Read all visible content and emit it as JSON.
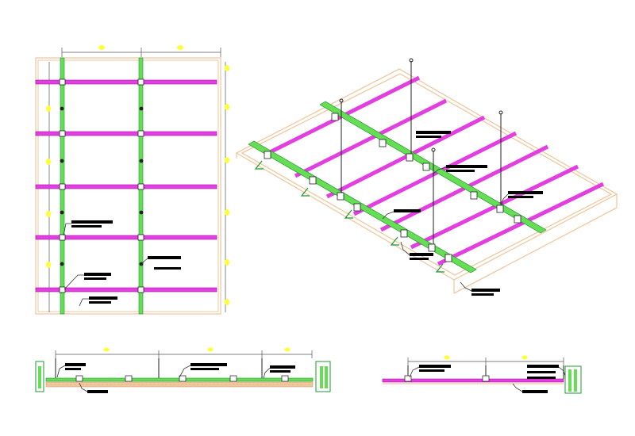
{
  "colors": {
    "background": "#ffffff",
    "frame": "#f0c8a0",
    "main_runner": "#66dd55",
    "cross_tee": "#e23ee0",
    "hanger": "#222222",
    "dimension_bubble": "#ffff33",
    "label_box": "#000000"
  },
  "views": [
    {
      "id": "plan-view"
    },
    {
      "id": "isometric-view"
    },
    {
      "id": "section-view-long"
    },
    {
      "id": "section-view-short"
    }
  ]
}
